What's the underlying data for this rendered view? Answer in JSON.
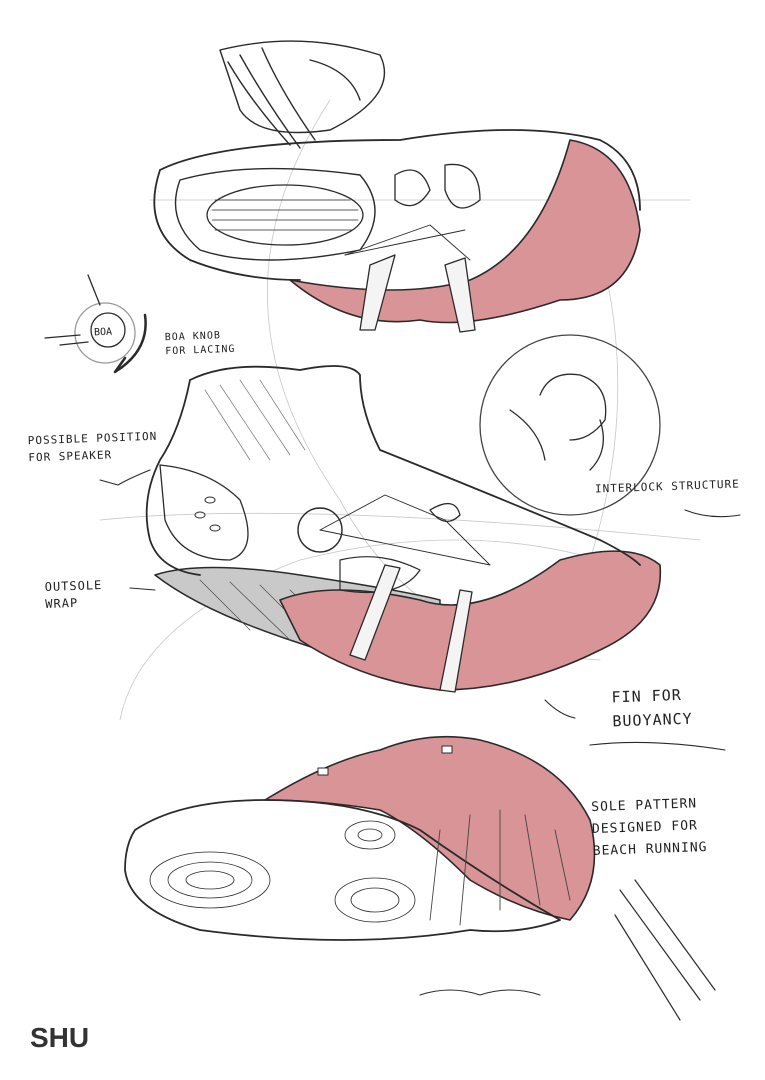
{
  "colors": {
    "accent_pink": "#d99497",
    "ink": "#2a2a2a",
    "hatch_gray": "#bdbdbd"
  },
  "annotations": {
    "boa_badge": "BOA",
    "boa_knob": "BOA KNOB\nFOR LACING",
    "speaker": "POSSIBLE POSITION\nFOR SPEAKER",
    "outsole": "OUTSOLE\nWRAP",
    "interlock": "INTERLOCK STRUCTURE",
    "fin": "FIN FOR\nBUOYANCY",
    "sole_pattern": "SOLE PATTERN\nDESIGNED FOR\n BEACH RUNNING"
  },
  "logo": "SHU"
}
